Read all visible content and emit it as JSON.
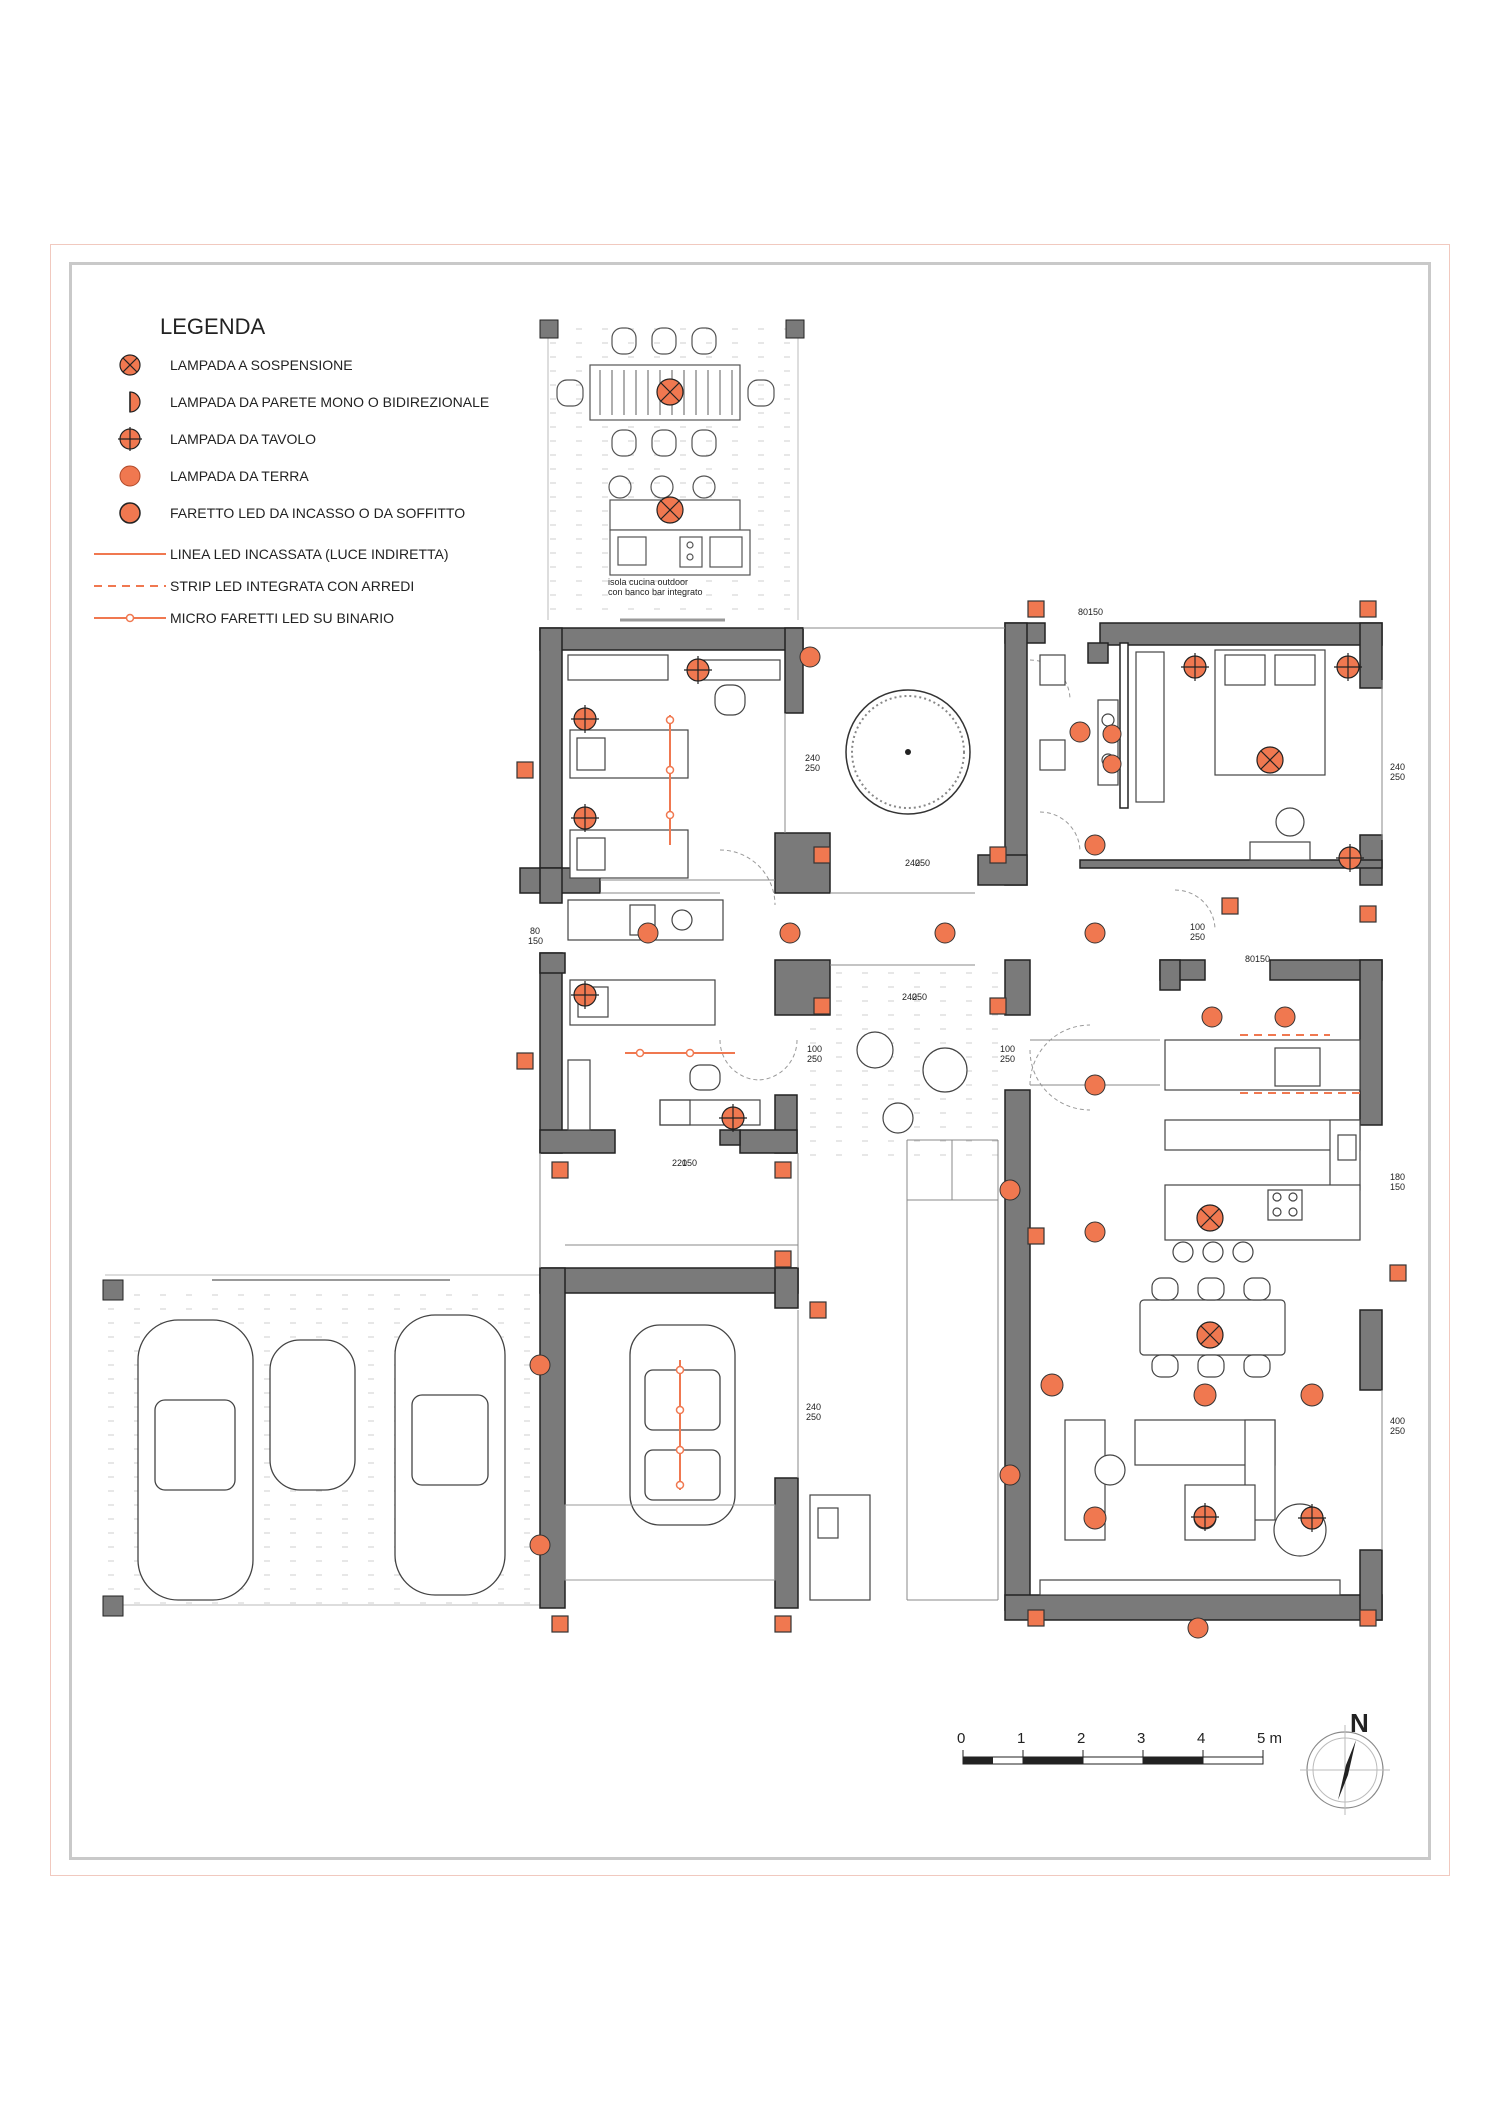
{
  "legend": {
    "title": "LEGENDA",
    "items": [
      {
        "label": "LAMPADA A SOSPENSIONE",
        "symbol": "pendant-lamp-icon"
      },
      {
        "label": "LAMPADA DA PARETE MONO O BIDIREZIONALE",
        "symbol": "wall-lamp-icon"
      },
      {
        "label": "LAMPADA DA TAVOLO",
        "symbol": "table-lamp-icon"
      },
      {
        "label": "LAMPADA DA TERRA",
        "symbol": "floor-lamp-icon"
      },
      {
        "label": "FARETTO LED DA INCASSO O DA SOFFITTO",
        "symbol": "recessed-spot-icon"
      },
      {
        "label": "LINEA LED INCASSATA (LUCE INDIRETTA)",
        "symbol": "led-line-icon"
      },
      {
        "label": "STRIP LED INTEGRATA CON ARREDI",
        "symbol": "led-strip-dashed-icon"
      },
      {
        "label": "MICRO FARETTI LED SU BINARIO",
        "symbol": "track-spot-icon"
      }
    ]
  },
  "plan": {
    "outdoor_kitchen_note_1": "isola cucina outdoor",
    "outdoor_kitchen_note_2": "con banco bar integrato",
    "dimensions": {
      "d1a": "240",
      "d1b": "250",
      "d2a": "240",
      "d2b": "250",
      "d3a": "80",
      "d3b": "150",
      "d4a": "240",
      "d4b": "250",
      "d5a": "80",
      "d5b": "150",
      "d6a": "100",
      "d6b": "250",
      "d7a": "240",
      "d7b": "250",
      "d8a": "80",
      "d8b": "150",
      "d9a": "100",
      "d9b": "250",
      "d10a": "100",
      "d10b": "250",
      "d11a": "220",
      "d11b": "150",
      "d12a": "180",
      "d12b": "150",
      "d13a": "240",
      "d13b": "250",
      "d14a": "400",
      "d14b": "250"
    }
  },
  "scale": {
    "ticks": [
      "0",
      "1",
      "2",
      "3",
      "4",
      "5 m"
    ]
  },
  "north": {
    "label": "N"
  },
  "colors": {
    "accent": "#f07850",
    "wall": "#7a7a7a",
    "wall_stroke": "#222222",
    "frame_inner": "#c9c9c9",
    "frame_outer": "#f1c9bf"
  }
}
